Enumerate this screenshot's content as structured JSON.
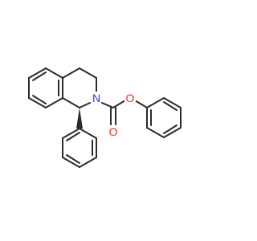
{
  "molecule": {
    "atoms": {
      "n": {
        "label": "N",
        "color": "#1f38ff"
      },
      "o_carbonyl": {
        "label": "O",
        "color": "#ff2020"
      },
      "o_ester": {
        "label": "O",
        "color": "#ff2020"
      }
    },
    "bond_color": "#2b2b2b",
    "stereo": "wedge"
  }
}
